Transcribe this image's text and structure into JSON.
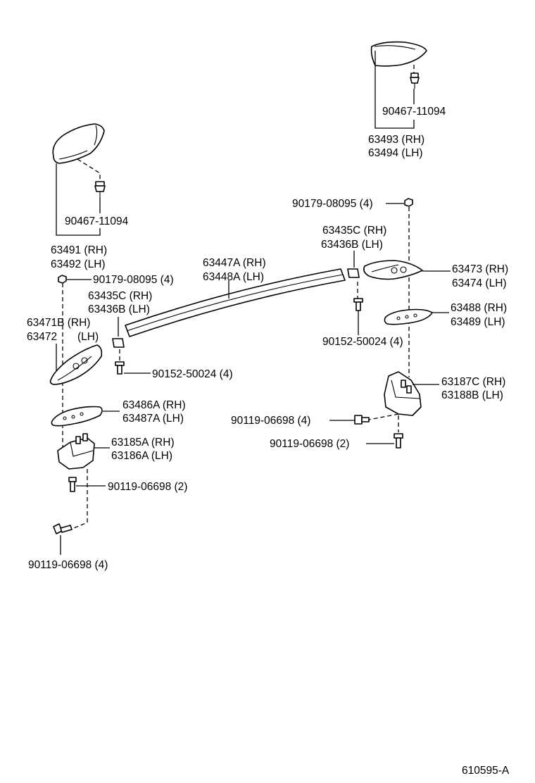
{
  "labels": {
    "p90467_top": "90467-11094",
    "p63493": "63493 (RH)",
    "p63494": "63494 (LH)",
    "p90467_left": "90467-11094",
    "p63491": "63491 (RH)",
    "p63492": "63492 (LH)",
    "p90179_right": "90179-08095 (4)",
    "p63435c_right": "63435C (RH)",
    "p63436b_right": "63436B (LH)",
    "p63447a": "63447A (RH)",
    "p63448a": "63448A (LH)",
    "p63473": "63473 (RH)",
    "p63474": "63474 (LH)",
    "p90179_left": "90179-08095 (4)",
    "p63435c_left": "63435C (RH)",
    "p63436b_left": "63436B (LH)",
    "p63488": "63488 (RH)",
    "p63489": "63489 (LH)",
    "p63471b": "63471B (RH)",
    "p63472": "63472",
    "p63472_lh": "(LH)",
    "p90152_right": "90152-50024 (4)",
    "p90152_left": "90152-50024 (4)",
    "p63187c": "63187C (RH)",
    "p63188b": "63188B (LH)",
    "p63486a": "63486A (RH)",
    "p63487a": "63487A (LH)",
    "p90119_right4": "90119-06698 (4)",
    "p63185a": "63185A (RH)",
    "p63186a": "63186A (LH)",
    "p90119_right2": "90119-06698 (2)",
    "p90119_left2": "90119-06698 (2)",
    "p90119_left4": "90119-06698 (4)",
    "figure_code": "610595-A"
  }
}
